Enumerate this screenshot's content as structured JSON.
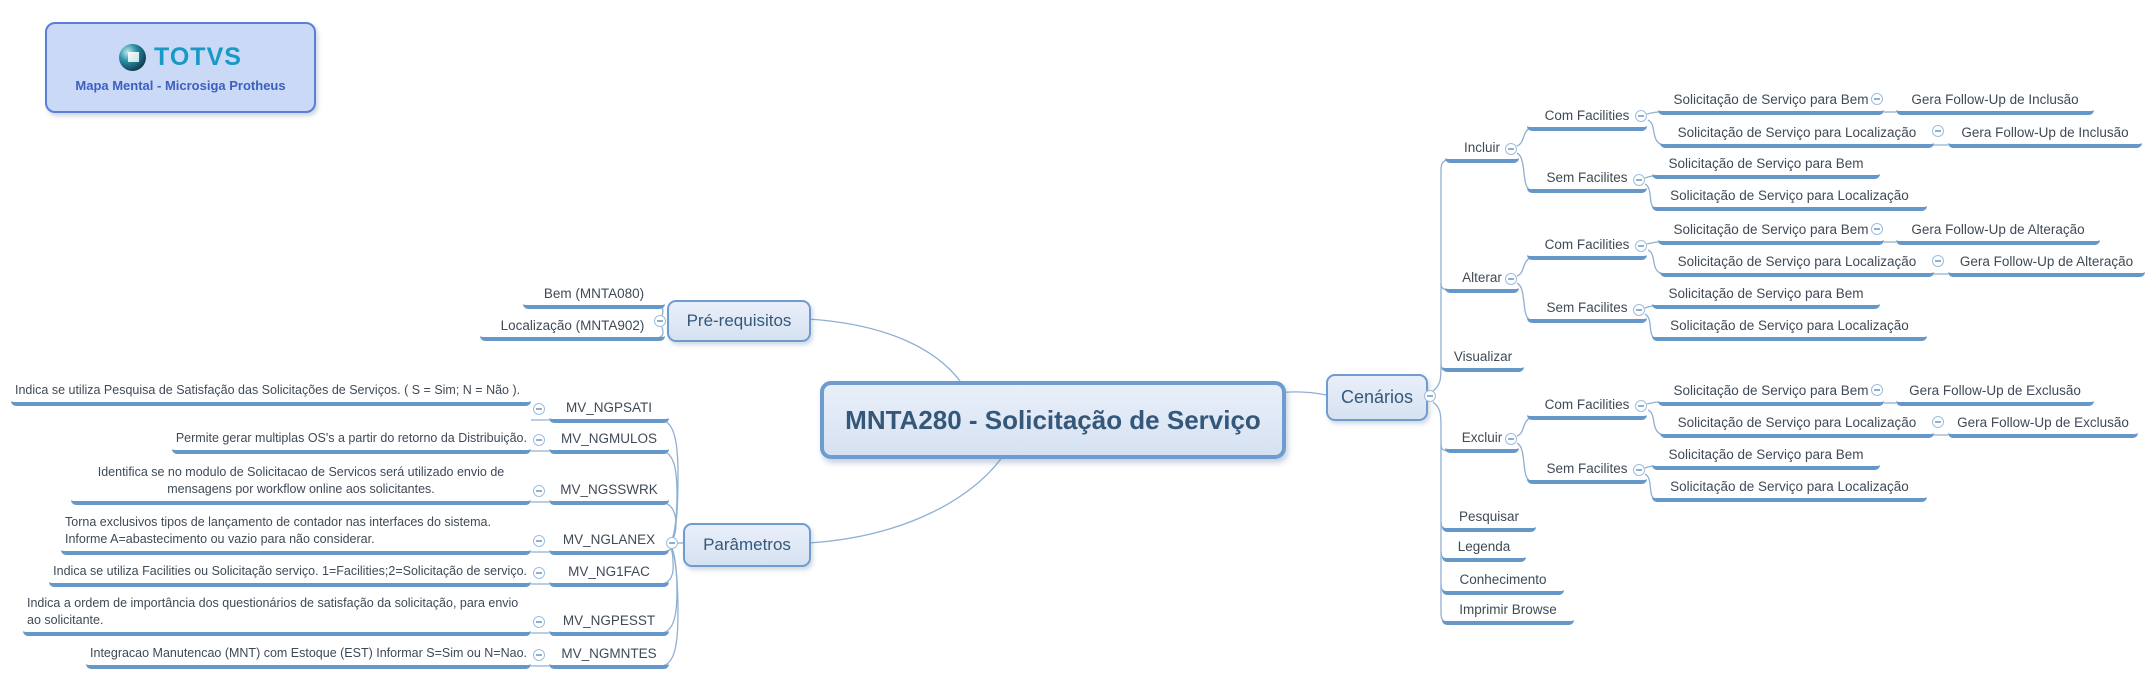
{
  "colors": {
    "underline": "#6598c8",
    "thin_line": "#8fb0d2",
    "text": "#3f4a56",
    "node_text": "#35587a",
    "box_border": "#6f9cd0",
    "brand": "#1899c6",
    "logo_fill": "#c9d9f6",
    "logo_border": "#5b7fd6",
    "logo_text": "#3c5fc0"
  },
  "logo": {
    "brand": "TOTVS",
    "subtitle": "Mapa Mental - Microsiga Protheus"
  },
  "root": {
    "label": "MNTA280 - Solicitação de Serviço"
  },
  "pre": {
    "label": "Pré-requisitos",
    "items": [
      {
        "label": "Bem (MNTA080)"
      },
      {
        "label": "Localização (MNTA902)"
      }
    ]
  },
  "params": {
    "label": "Parâmetros",
    "items": [
      {
        "desc": "Indica se utiliza Pesquisa de Satisfação das Solicitações de Serviços. ( S = Sim; N = Não ).",
        "code": "MV_NGPSATI"
      },
      {
        "desc": "Permite gerar multiplas OS's a partir do retorno da Distribuição.",
        "code": "MV_NGMULOS"
      },
      {
        "desc": "Identifica se no modulo de Solicitacao de Servicos será utilizado envio de mensagens por workflow online aos solicitantes.",
        "code": "MV_NGSSWRK"
      },
      {
        "desc": "Torna exclusivos tipos de lançamento de contador  nas interfaces do sistema. Informe A=abastecimento ou vazio para não considerar.",
        "code": "MV_NGLANEX"
      },
      {
        "desc": "Indica se utiliza Facilities ou Solicitação  serviço. 1=Facilities;2=Solicitação de serviço.",
        "code": "MV_NG1FAC"
      },
      {
        "desc": "Indica a ordem de importância dos questionários de satisfação da solicitação, para envio ao solicitante.",
        "code": "MV_NGPESST"
      },
      {
        "desc": "Integracao Manutencao (MNT) com Estoque (EST) Informar S=Sim ou N=Nao.",
        "code": "MV_NGMNTES"
      }
    ]
  },
  "cen": {
    "label": "Cenários",
    "items": [
      {
        "label": "Incluir",
        "groups": [
          {
            "label": "Com Facilities",
            "leaves": [
              {
                "label": "Solicitação de Serviço para Bem",
                "follow": "Gera Follow-Up de Inclusão"
              },
              {
                "label": "Solicitação de Serviço para Localização",
                "follow": "Gera Follow-Up de Inclusão"
              }
            ]
          },
          {
            "label": "Sem Facilites",
            "leaves": [
              {
                "label": "Solicitação de Serviço para Bem"
              },
              {
                "label": "Solicitação de Serviço para Localização"
              }
            ]
          }
        ]
      },
      {
        "label": "Alterar",
        "groups": [
          {
            "label": "Com Facilities",
            "leaves": [
              {
                "label": "Solicitação de Serviço para Bem",
                "follow": "Gera Follow-Up de Alteração"
              },
              {
                "label": "Solicitação de Serviço para Localização",
                "follow": "Gera Follow-Up de Alteração"
              }
            ]
          },
          {
            "label": "Sem Facilites",
            "leaves": [
              {
                "label": "Solicitação de Serviço para Bem"
              },
              {
                "label": "Solicitação de Serviço para Localização"
              }
            ]
          }
        ]
      },
      {
        "label": "Visualizar"
      },
      {
        "label": "Excluir",
        "groups": [
          {
            "label": "Com Facilities",
            "leaves": [
              {
                "label": "Solicitação de Serviço para Bem",
                "follow": "Gera Follow-Up de Exclusão"
              },
              {
                "label": "Solicitação de Serviço para Localização",
                "follow": "Gera Follow-Up de Exclusão"
              }
            ]
          },
          {
            "label": "Sem Facilites",
            "leaves": [
              {
                "label": "Solicitação de Serviço para Bem"
              },
              {
                "label": "Solicitação de Serviço para Localização"
              }
            ]
          }
        ]
      },
      {
        "label": "Pesquisar"
      },
      {
        "label": "Legenda"
      },
      {
        "label": "Conhecimento"
      },
      {
        "label": "Imprimir Browse"
      }
    ]
  }
}
